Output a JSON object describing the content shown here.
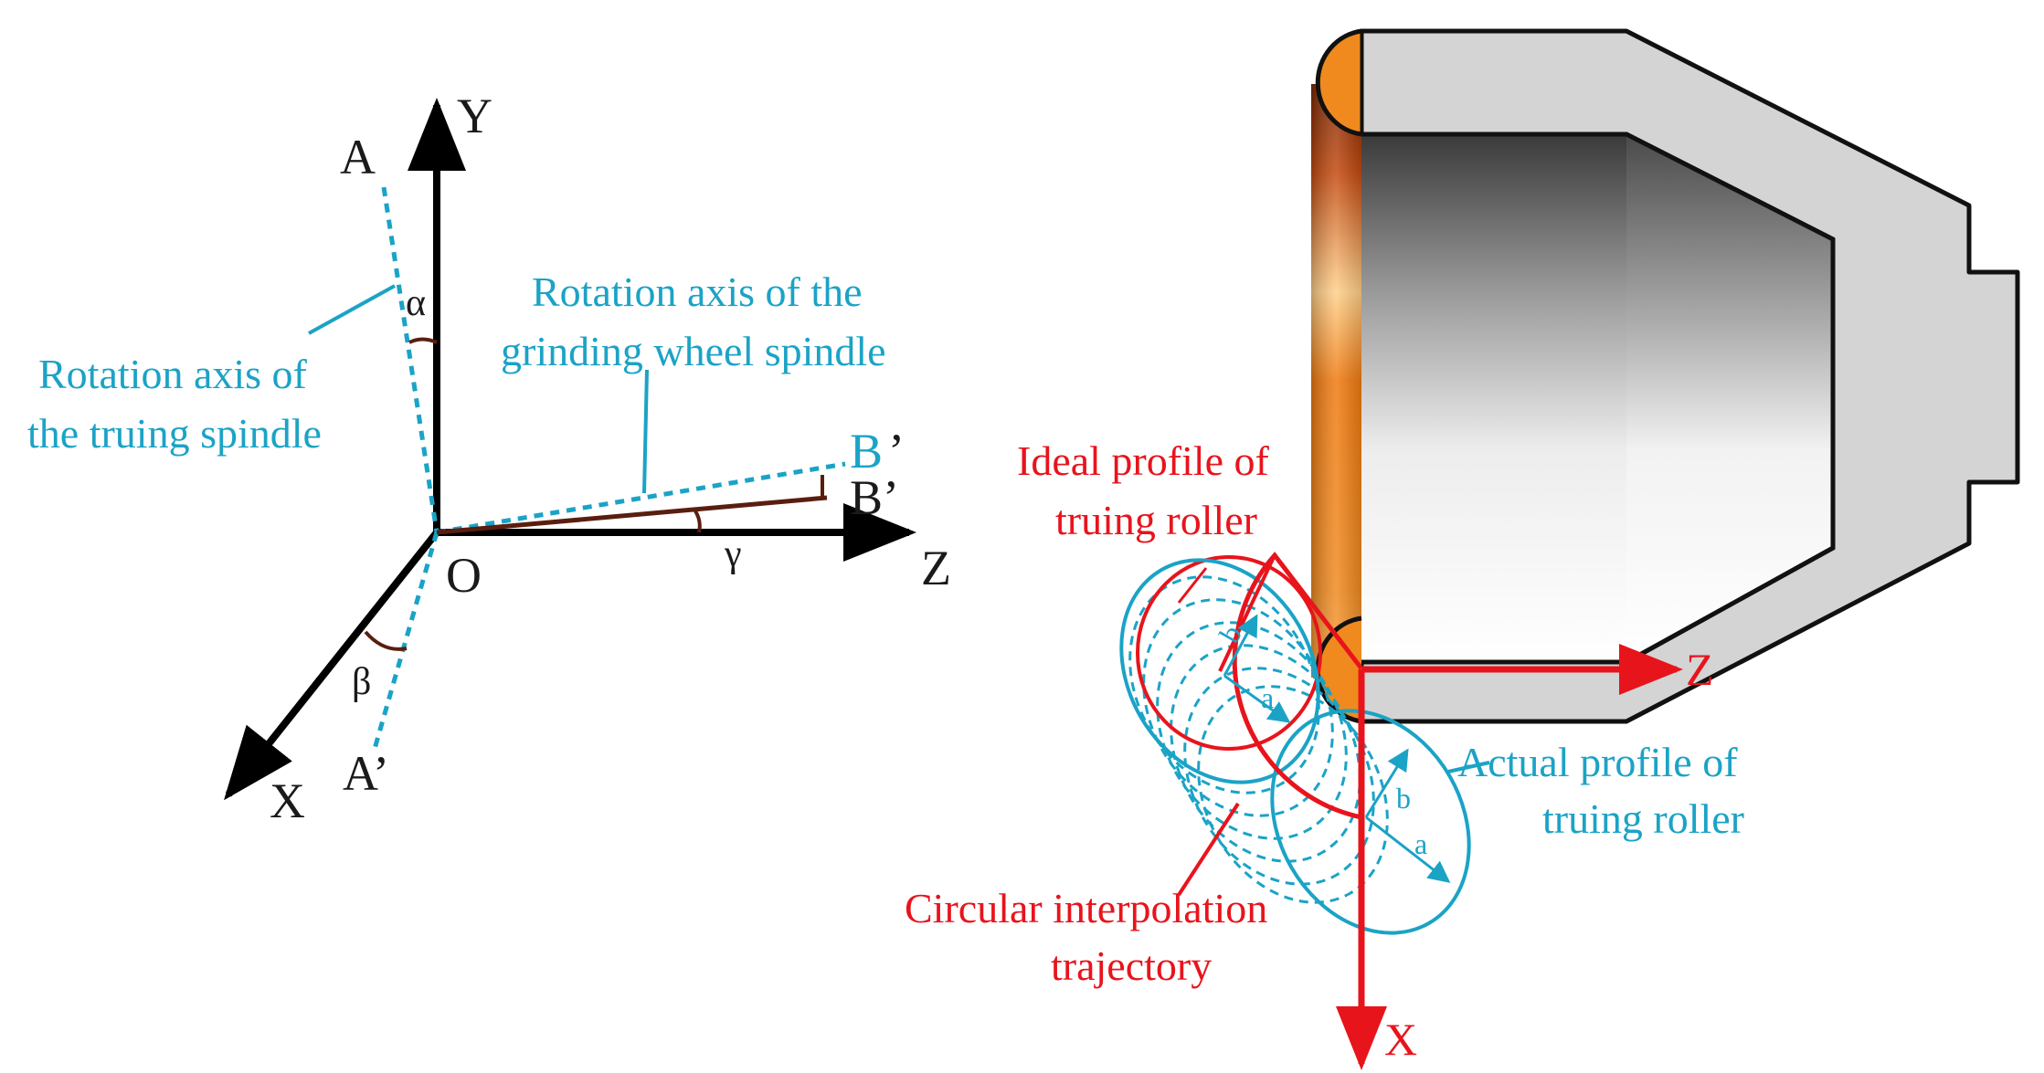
{
  "left_diagram": {
    "axes": {
      "y": "Y",
      "z": "Z",
      "x": "X",
      "origin": "O"
    },
    "points": {
      "a": "A",
      "a_prime": "A’",
      "b": "B",
      "b_prime": "B’",
      "b_comma": "’"
    },
    "angles": {
      "alpha": "α",
      "beta": "β",
      "gamma": "γ"
    },
    "truing_axis_label": [
      "Rotation axis of",
      "the truing spindle"
    ],
    "grinding_axis_label": [
      "Rotation axis of the",
      "grinding wheel spindle"
    ]
  },
  "right_diagram": {
    "axes": {
      "z": "Z",
      "x": "X"
    },
    "ideal_profile_label": [
      "Ideal profile of",
      "truing roller"
    ],
    "actual_profile_label": [
      "Actual profile of",
      "truing roller"
    ],
    "circular_trajectory_label": [
      "Circular interpolation",
      "trajectory"
    ],
    "ellipse_semi_axes": {
      "a": "a",
      "b": "b"
    }
  },
  "colors": {
    "axis_black": "#000000",
    "dashed_blue": "#1ba3c6",
    "label_red": "#e8141c",
    "projection_brown": "#5a1e10",
    "wheel_gray": "#d4d4d4",
    "wheel_orange": "#f08a1e"
  }
}
